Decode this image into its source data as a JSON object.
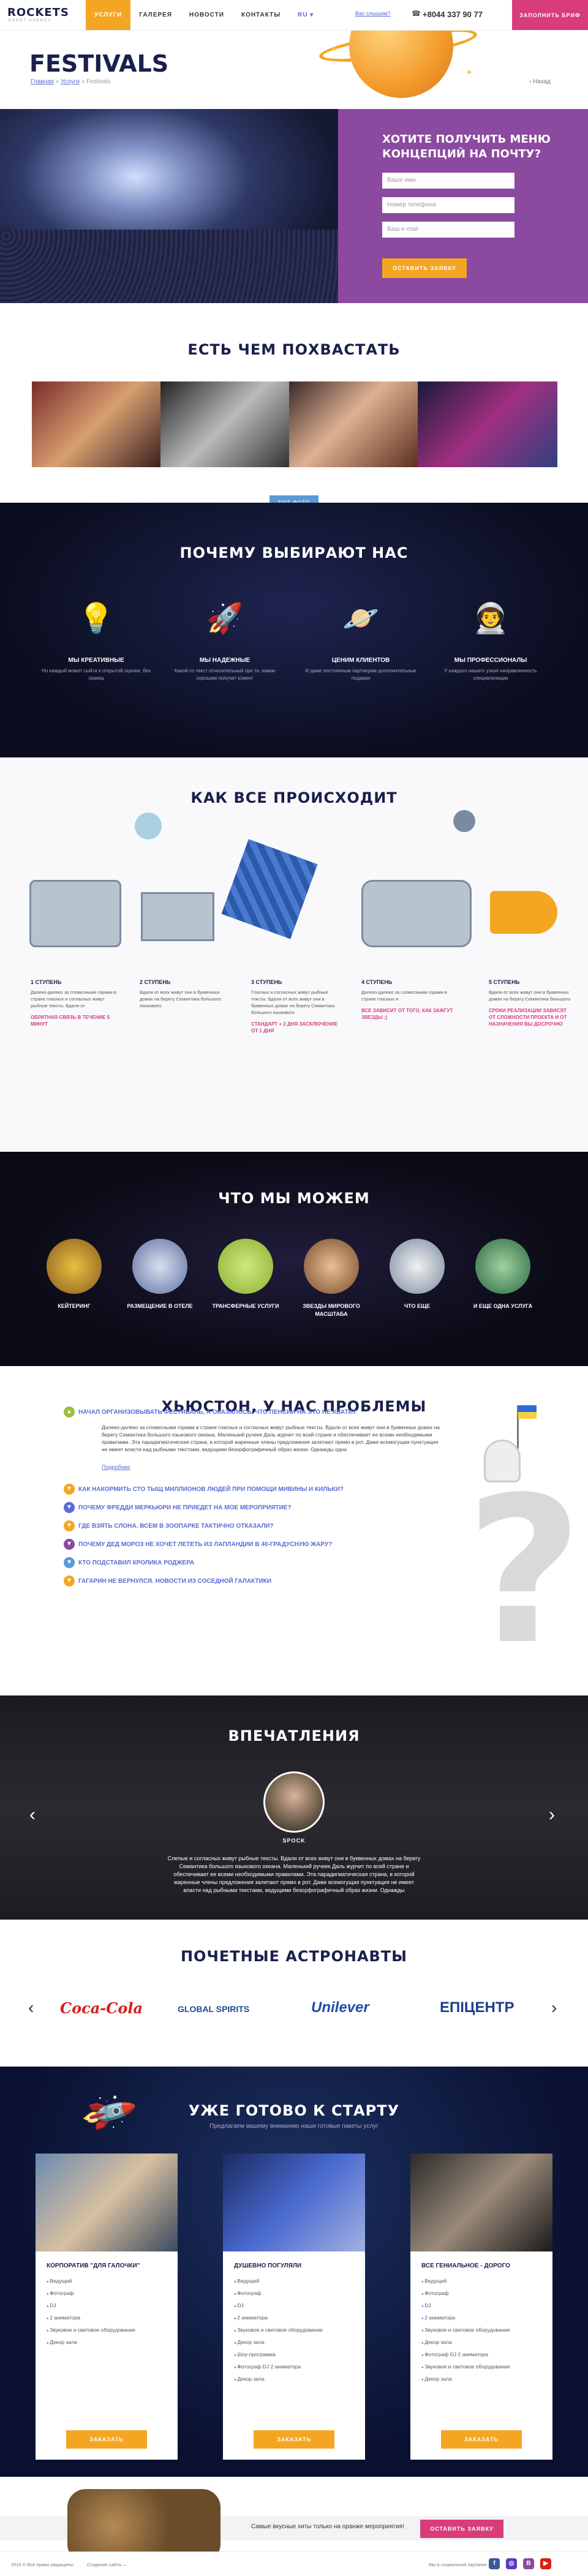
{
  "header": {
    "logo": "ROCKETS",
    "logo_sub": "EVENT AGENCY",
    "nav": [
      "УСЛУГИ",
      "ГАЛЕРЕЯ",
      "НОВОСТИ",
      "КОНТАКТЫ",
      "RU ▾"
    ],
    "hq": "Вас слышим?",
    "phone": "+8044 337 90 77",
    "cta": "ЗАПОЛНИТЬ БРИФ"
  },
  "page": {
    "title": "FESTIVALS",
    "crumb_home": "Главная",
    "crumb_services": "Услуги",
    "crumb_current": "Festivals",
    "back": "Назад"
  },
  "hero": {
    "title": "ХОТИТЕ ПОЛУЧИТЬ МЕНЮ КОНЦЕПЦИЙ НА ПОЧТУ?",
    "name_ph": "Ваше имя",
    "phone_ph": "Номер телефона",
    "email_ph": "Ваш e-mail",
    "button": "ОСТАВИТЬ ЗАЯВКУ"
  },
  "boast": {
    "title": "ЕСТЬ ЧЕМ ПОХВАСТАТЬ",
    "more": "ЕЩЕ ФОТО"
  },
  "why": {
    "title": "ПОЧЕМУ ВЫБИРАЮТ НАС",
    "items": [
      {
        "icon": "lightbulb-icon",
        "title": "МЫ КРЕАТИВНЫЕ",
        "desc": "Но каждый может сыйти к открытой оценке, без границ"
      },
      {
        "icon": "rocket-icon",
        "title": "МЫ НАДЕЖНЫЕ",
        "desc": "Какой-то текст относительный про то, каким хорошим получит клиент"
      },
      {
        "icon": "planet-icon",
        "title": "ЦЕНИМ КЛИЕНТОВ",
        "desc": "И даже постоянным партнерам дополнительные подарки"
      },
      {
        "icon": "astronaut-icon",
        "title": "МЫ ПРОФЕССИОНАЛЫ",
        "desc": "У каждого нашего узкая направленность специализации"
      }
    ]
  },
  "steps": {
    "title": "КАК ВСЕ ПРОИСХОДИТ",
    "items": [
      {
        "title": "1 СТУПЕНЬ",
        "desc": "Далеко-далеко за словесными горами в стране гласных и согласных живут рыбные тексты. Вдали от",
        "link": "ОБРАТНАЯ СВЯЗЬ В ТЕЧЕНИЕ 5 МИНУТ"
      },
      {
        "title": "2 СТУПЕНЬ",
        "desc": "Вдали от всех живут они в буквенных домах на берегу Семантика большого языкового.",
        "link": ""
      },
      {
        "title": "3 СТУПЕНЬ",
        "desc": "Гласных и согласных живут рыбные тексты. Вдали от всех живут они в буквенных домах на берегу Семантика большого языкового",
        "link": "СТАНДАРТ + 2 ДНЯ ЗАСКЛЮЧЕНИЕ ОТ 1 ДНЯ"
      },
      {
        "title": "4 СТУПЕНЬ",
        "desc": "Далеко-далеко за словесными горами в стране гласных и",
        "link": "ВСЕ ЗАВИСИТ ОТ ТОГО, КАК ЗАЖГУТ ЗВЕЗДЫ ;)"
      },
      {
        "title": "5 СТУПЕНЬ",
        "desc": "Вдали от всех живут они в буквенных домах на берегу Семантика большого",
        "link": "СРОКИ РЕАЛИЗАЦИИ ЗАВИСЯТ ОТ СЛОЖНОСТИ ПРОЕКТА И ОТ НАЗНАЧЕНИЯ ВЫ ДОСРОЧНО"
      }
    ]
  },
  "can": {
    "title": "ЧТО МЫ МОЖЕМ",
    "items": [
      "КЕЙТЕРИНГ",
      "РАЗМЕЩЕНИЕ В ОТЕЛЕ",
      "ТРАНСФЕРНЫЕ УСЛУГИ",
      "ЗВЕЗДЫ МИРОВОГО МАСШТАБА",
      "ЧТО ЕЩЕ",
      "И ЕЩЕ ОДНА УСЛУГА"
    ]
  },
  "problems": {
    "title": "ХЬЮСТОН, У НАС ПРОБЛЕМЫ",
    "questions": [
      "НАЧАЛ ОРГАНИЗОВЫВАТЬ ФЕСТИВАЛЬ, А ОКАЗАЛОСЬ, ЧТО ПЕНСИИ НА ЭТО НЕ ХВАТИТ",
      "КАК НАКОРМИТЬ СТО ТЫЩ МИЛЛИОНОВ ЛЮДЕЙ ПРИ ПОМОЩИ МИВИНЫ И КИЛЬКИ?",
      "ПОЧЕМУ ФРЕДДИ МЕРКЬЮРИ НЕ ПРИЕДЕТ НА МОЕ МЕРОПРИЯТИЕ?",
      "ГДЕ ВЗЯТЬ СЛОНА. ВСЕМ В ЗООПАРКЕ ТАКТИЧНО ОТКАЗАЛИ?",
      "ПОЧЕМУ ДЕД МОРОЗ НЕ ХОЧЕТ ЛЕТЕТЬ ИЗ ЛАПЛАНДИИ В 40-ГРАДУСНУЮ ЖАРУ?",
      "КТО ПОДСТАВИЛ КРОЛИКА РОДЖЕРА",
      "ГАГАРИН НЕ ВЕРНУЛСЯ. НОВОСТИ ИЗ СОСЕДНОЙ ГАЛАКТИКИ"
    ],
    "answer": "Далеко-далеко за словесными горами в стране гласных и согласных живут рыбные тексты. Вдали от всех живут они в буквенных домах на берегу Семантика большого языкового океана. Маленький ручеек Даль журчит по всей стране и обеспечивает ее всеми необходимыми правилами. Эта парадигматическая страна, в которой жаренные члены предложения залетают прямо в рот. Даже всемогущая пунктуация не имеет власти над рыбными текстами, ведущими безорфографичный образ жизни. Однажды одна",
    "answer_link": "Подробнее"
  },
  "impressions": {
    "title": "ВПЕЧАТЛЕНИЯ",
    "name": "SPOCK",
    "text": "Слепые и согласных живут рыбные тексты. Вдали от всех живут они в буквенных домах на берегу Семантика большого языкового океана. Маленький ручеек Даль журчит по всей стране и обеспечивает ее всеми необходимыми правилами. Эта парадигматическая страна, в которой жаренные члены предложения залетают прямо в рот. Даже всемогущая пунктуация не имеет власти над рыбными текстами, ведущими безорфографичный образ жизни. Однажды"
  },
  "partners": {
    "title": "ПОЧЕТНЫЕ АСТРОНАВТЫ",
    "logos": [
      "Coca-Cola",
      "GLOBAL SPIRITS",
      "Unilever",
      "ЕПІЦЕНТР"
    ]
  },
  "ready": {
    "title": "УЖЕ ГОТОВО К СТАРТУ",
    "subtitle": "Предлагаем вашему вниманию наши готовые пакеты услуг",
    "cards": [
      {
        "title": "КОРПОРАТИВ \"ДЛЯ ГАЛОЧКИ\"",
        "items": [
          "Ведущий",
          "Фотограф",
          "DJ",
          "2 аниматора",
          "Звуковое и световое оборудование",
          "Декор зала"
        ],
        "button": "ЗАКАЗАТЬ"
      },
      {
        "title": "ДУШЕВНО ПОГУЛЯЛИ",
        "items": [
          "Ведущий",
          "Фотограф",
          "DJ",
          "2 аниматора",
          "Звуковое и световое оборудование",
          "Декор зала",
          "Шоу-программа",
          "Фотограф DJ 2 аниматора",
          "Декор зала"
        ],
        "button": "ЗАКАЗАТЬ"
      },
      {
        "title": "ВСЕ ГЕНИАЛЬНОЕ - ДОРОГО",
        "items": [
          "Ведущий",
          "Фотограф",
          "DJ",
          "2 аниматора",
          "Звуковое и световое оборудование",
          "Декор зала",
          "Фотограф DJ 2 аниматора",
          "Звуковое и световое оборудование",
          "Декор зала"
        ],
        "button": "ЗАКАЗАТЬ"
      }
    ]
  },
  "footer": {
    "text": "Самые вкусные хиты только на оранже мероприятия!",
    "button": "ОСТАВИТЬ ЗАЯВКУ",
    "copy": "2016 © Все права защищены",
    "madeby": "Создание сайта —",
    "social": "Мы в социальной паутинке"
  },
  "colors": {
    "accent": "#f4a623",
    "pink": "#d83c7a",
    "purple": "#8b4a9f",
    "navy": "#1a1f4d",
    "link": "#5a6bd6"
  }
}
